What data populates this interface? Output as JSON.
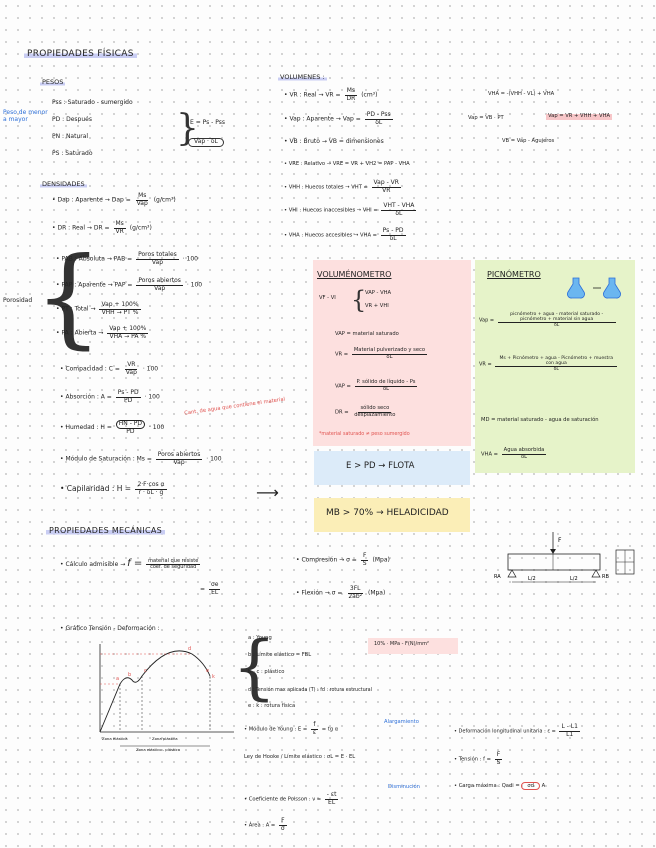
{
  "title": "PROPIEDADES FÍSICAS",
  "pesos": {
    "heading": "PESOS",
    "side_note": "Peso de menor a mayor",
    "items": [
      "Pss : Saturado - sumergido",
      "PD : Después",
      "PN : Natural",
      "PS : Saturado"
    ],
    "eq": "E = Ps - Pss",
    "eq2": "Vap · δL"
  },
  "densidades": {
    "heading": "DENSIDADES",
    "dap": "• Dap : Aparente → Dap =",
    "dap_num": "Ms",
    "dap_den": "Vap",
    "dap_unit": "(g/cm³)",
    "dr": "• DR : Real → DR =",
    "dr_num": "Ms",
    "dr_den": "VR",
    "dr_unit": "(g/cm³)"
  },
  "porosidad": {
    "label": "Porosidad",
    "pab": "• PAB : Absoluta → PAB =",
    "pab_num": "Poros totales",
    "pab_den": "Vap",
    "pab_tail": "· 100",
    "pap": "• PAP : Aparente → PAP =",
    "pap_num": "Poros abiertos",
    "pap_den": "Vap",
    "pap_tail": "· 100",
    "pt": "• PT : Total →",
    "pt_num": "Vap + 100%",
    "pt_den": "VHH → PT %",
    "pa": "• PA : Abierta →",
    "pa_num": "Vap + 100%",
    "pa_den": "VHA → PA %"
  },
  "otras": {
    "compacidad": "• Compacidad : C =",
    "c_num": "VR",
    "c_den": "Vap",
    "c_tail": "· 100",
    "absorcion": "• Absorción : A =",
    "a_num": "Ps - PD",
    "a_den": "PD",
    "a_tail": "· 100",
    "humedad": "• Humedad : H =",
    "h_num": "HN - PD",
    "h_den": "PD",
    "h_tail": "· 100",
    "humedad_note": "Cant. de agua que contiene el material",
    "saturacion": "• Módulo de Saturación : Ms =",
    "ms_num": "Poros abiertos",
    "ms_den": "Vap",
    "ms_tail": "· 100",
    "capilaridad": "• Capilaridad : H =",
    "cap_num": "2·F·cos α",
    "cap_den": "r · δL · g"
  },
  "volumenes": {
    "heading": "VOLUMENES :",
    "vr": "• VR : Real → VR =",
    "vr_num": "Ms",
    "vr_den": "DR",
    "vr_unit": "(cm³)",
    "vha_formula": "VHA = -(VHH - VL) + VHA",
    "vap": "• Vap : Aparente → Vap =",
    "vap_num": "PD - Pss",
    "vap_den": "δL",
    "vap2": "Vap = VB · PT",
    "vap_hl": "Vap = VR + VHH + VHA",
    "vb": "• VB : Bruto → VB = dimensiones",
    "vb2": "VB = Vap - Agujeros",
    "vre": "• VRE : Relativo → VRE = VR + VH2 = PAP - VHA",
    "vhh": "• VHH : Huecos totales → VHT =",
    "vhh_num": "Vap - VR",
    "vhh_den": "VR",
    "vhi": "• VHI : Huecos inaccesibles → VHI =",
    "vhi_num": "VHT - VHA",
    "vhi_den": "δL",
    "vhat": "• VHA : Huecos accesibles → VHA =",
    "vhat_num": "Ps - PD",
    "vhat_den": "δL"
  },
  "volumenometro": {
    "title": "VOLUMÉNOMETRO",
    "eq": "VF - VI",
    "case1": "VAP - VHA",
    "case2": "VR + VHI",
    "vap": "VAP = material saturado",
    "vr": "VR =",
    "vr_num": "Material pulverizado",
    "vr_num2": "y seco",
    "vr_den": "δL",
    "vap2": "VAP =",
    "vap2_num": "P. sólido de líquido - Ps",
    "vap2_den": "δL",
    "dr": "DR =",
    "dr_num": "sólido seco",
    "dr_den": "desplazamiento",
    "note": "*material saturado ≠ peso sumergido"
  },
  "picnometro": {
    "title": "PICNÓMETRO",
    "vap": "Vap =",
    "vap_num": "picnómetro + agua - material saturado - picnómetro + material sin agua",
    "vap_den": "δL",
    "vr": "VR =",
    "vr_num": "Ms + Picnómetro + agua - Picnómetro + muestra con agua",
    "vr_den": "δL",
    "md": "MD = material saturado - agua de saturación",
    "vha": "VHA =",
    "vha_num": "Agua absorbida",
    "vha_den": "δL"
  },
  "flota": {
    "text": "E > PD → FLOTA"
  },
  "heladicidad": {
    "text": "MB > 70% → HELADICIDAD"
  },
  "mecanicas": {
    "heading": "PROPIEDADES MECÁNICAS",
    "calculo": "• Cálculo admisible →",
    "adm_num": "material que resiste",
    "adm_den": "coef. de seguridad",
    "adm2_num": "σe",
    "adm2_den": "EL",
    "compresion": "• Compresión → σ =",
    "comp_num": "F",
    "comp_den": "S",
    "comp_unit": "(Mpa)",
    "flexion": "• Flexión → σ =",
    "flex_num": "3FL",
    "flex_den": "2ab²",
    "flex_unit": "(Mpa)",
    "grafico": "• Gráfico Tensión - Deformación :",
    "legend": [
      "a : Young",
      "b : Límite elástico = FBL",
      "b - c : plástico",
      "d : Tensión max aplicada (T) : fd : rotura estructural",
      "e : k : rotura física"
    ],
    "pink_note": "10% · MPa - F(N)/mm²",
    "young": "• Módulo de Young : E =",
    "young_num": "f",
    "young_den": "ε",
    "young_tail": "= tg α",
    "young_note": "Alargamiento",
    "hooke": "Ley de Hooke / Límite elástico : σL = E · EL",
    "poisson": "• Coeficiente de Poisson : ν =",
    "poisson_num": "- εt",
    "poisson_den": "EL",
    "poisson_note": "Disminución",
    "area": "• Área : A =",
    "area_num": "F",
    "area_den": "σ",
    "def_long": "• Deformación longitudinal unitaria : ε =",
    "def_num": "L - L1",
    "def_den": "L1",
    "tension": "• Tensión : f =",
    "ten_num": "F",
    "ten_den": "S",
    "carga": "• Carga máxima : Qadi =",
    "carga_tail": "A",
    "carga_circled": "σd"
  },
  "graph": {
    "xlabel1": "Zona elástica",
    "xlabel2": "Zona plástica",
    "xlabel3": "Zona elástico - plástica",
    "pts": [
      "a",
      "b",
      "c",
      "d",
      "e",
      "k"
    ]
  },
  "beam": {
    "F": "F",
    "L1": "L/2",
    "L2": "L/2",
    "RA": "RA",
    "RB": "RB"
  }
}
